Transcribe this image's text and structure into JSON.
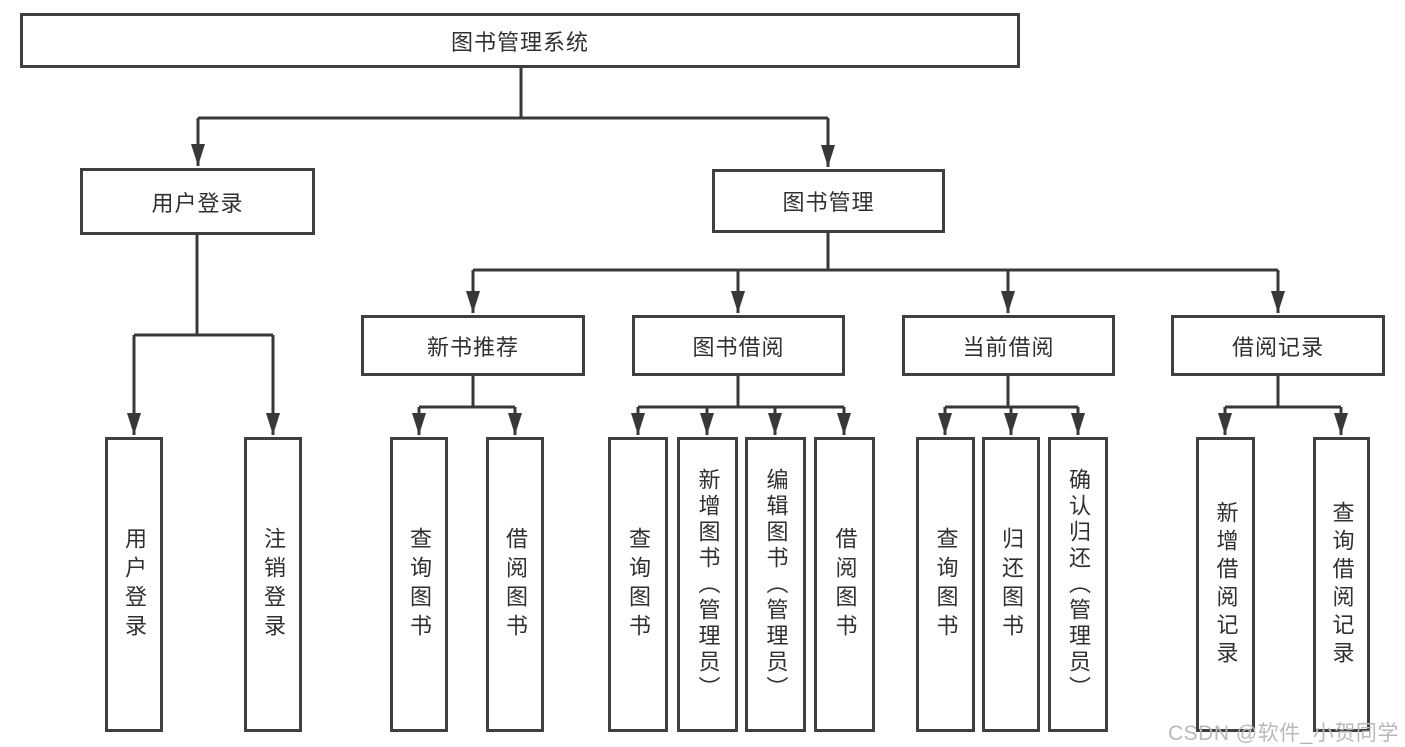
{
  "diagram": {
    "watermark": "CSDN @软件_小贺同学",
    "colors": {
      "line": "#383838",
      "box_border": "#3f3f3f",
      "text": "#303030",
      "watermark_text": "#b9b9b9"
    },
    "tree": {
      "label": "图书管理系统",
      "children": [
        {
          "label": "用户登录",
          "children": [
            {
              "label": "用户登录"
            },
            {
              "label": "注销登录"
            }
          ]
        },
        {
          "label": "图书管理",
          "children": [
            {
              "label": "新书推荐",
              "children": [
                {
                  "label": "查询图书"
                },
                {
                  "label": "借阅图书"
                }
              ]
            },
            {
              "label": "图书借阅",
              "children": [
                {
                  "label": "查询图书"
                },
                {
                  "label": "新增图书（管理员）"
                },
                {
                  "label": "编辑图书（管理员）"
                },
                {
                  "label": "借阅图书"
                }
              ]
            },
            {
              "label": "当前借阅",
              "children": [
                {
                  "label": "查询图书"
                },
                {
                  "label": "归还图书"
                },
                {
                  "label": "确认归还（管理员）"
                }
              ]
            },
            {
              "label": "借阅记录",
              "children": [
                {
                  "label": "新增借阅记录"
                },
                {
                  "label": "查询借阅记录"
                }
              ]
            }
          ]
        }
      ]
    }
  }
}
